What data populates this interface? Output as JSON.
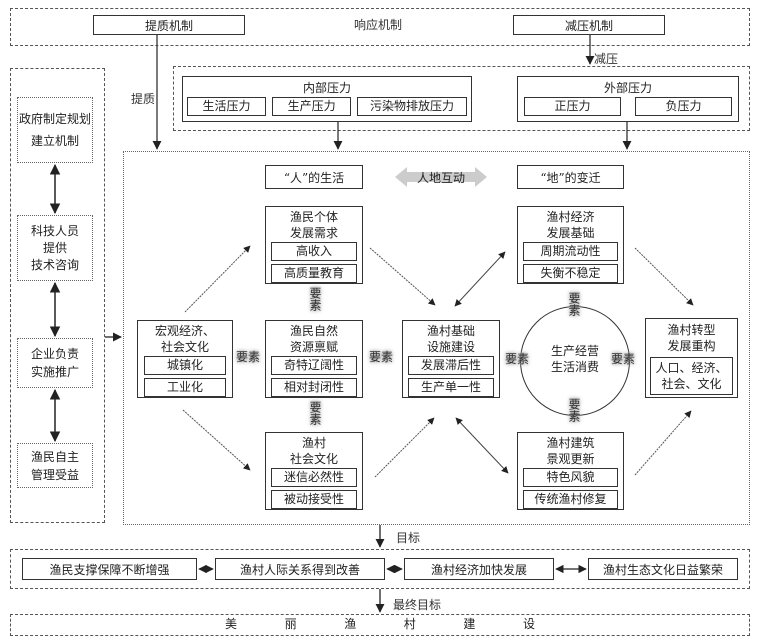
{
  "top": {
    "response_label": "响应机制",
    "quality_mechanism": "提质机制",
    "pressure_relief_mechanism": "减压机制",
    "quality_arrow_label": "提质",
    "relief_arrow_label": "减压"
  },
  "pressure": {
    "internal": {
      "title": "内部压力",
      "items": [
        "生活压力",
        "生产压力",
        "污染物排放压力"
      ]
    },
    "external": {
      "title": "外部压力",
      "items": [
        "正压力",
        "负压力"
      ]
    }
  },
  "left_panel": {
    "items": [
      [
        "政府制定规划",
        "建立机制"
      ],
      [
        "科技人员",
        "提供",
        "技术咨询"
      ],
      [
        "企业负责",
        "实施推广"
      ],
      [
        "渔民自主",
        "管理受益"
      ]
    ]
  },
  "center": {
    "people_life": "“人”的生活",
    "land_change": "“地”的变迁",
    "interaction": "人地互动",
    "element_label": "要素",
    "macro": {
      "title": [
        "宏观经济、",
        "社会文化"
      ],
      "items": [
        "城镇化",
        "工业化"
      ]
    },
    "fisher_needs": {
      "title": [
        "渔民个体",
        "发展需求"
      ],
      "items": [
        "高收入",
        "高质量教育"
      ]
    },
    "fisher_resources": {
      "title": [
        "渔民自然",
        "资源禀赋"
      ],
      "items": [
        "奇特辽阔性",
        "相对封闭性"
      ]
    },
    "village_culture": {
      "title": [
        "渔村",
        "社会文化"
      ],
      "items": [
        "迷信必然性",
        "被动接受性"
      ]
    },
    "infrastructure": {
      "title": [
        "渔村基础",
        "设施建设"
      ],
      "items": [
        "发展滞后性",
        "生产单一性"
      ]
    },
    "economy_base": {
      "title": [
        "渔村经济",
        "发展基础"
      ],
      "items": [
        "周期流动性",
        "失衡不稳定"
      ]
    },
    "cycle": [
      "生产经营",
      "生活消费"
    ],
    "architecture": {
      "title": [
        "渔村建筑",
        "景观更新"
      ],
      "items": [
        "特色风貌",
        "传统渔村修复"
      ]
    },
    "transformation": {
      "title": [
        "渔村转型",
        "发展重构"
      ],
      "items": [
        "人口、经济、",
        "社会、文化"
      ]
    }
  },
  "goals": {
    "goal_label": "目标",
    "items": [
      "渔民支撑保障不断增强",
      "渔村人际关系得到改善",
      "渔村经济加快发展",
      "渔村生态文化日益繁荣"
    ],
    "final_label": "最终目标",
    "final_chars": [
      "美",
      "丽",
      "渔",
      "村",
      "建",
      "设"
    ]
  }
}
